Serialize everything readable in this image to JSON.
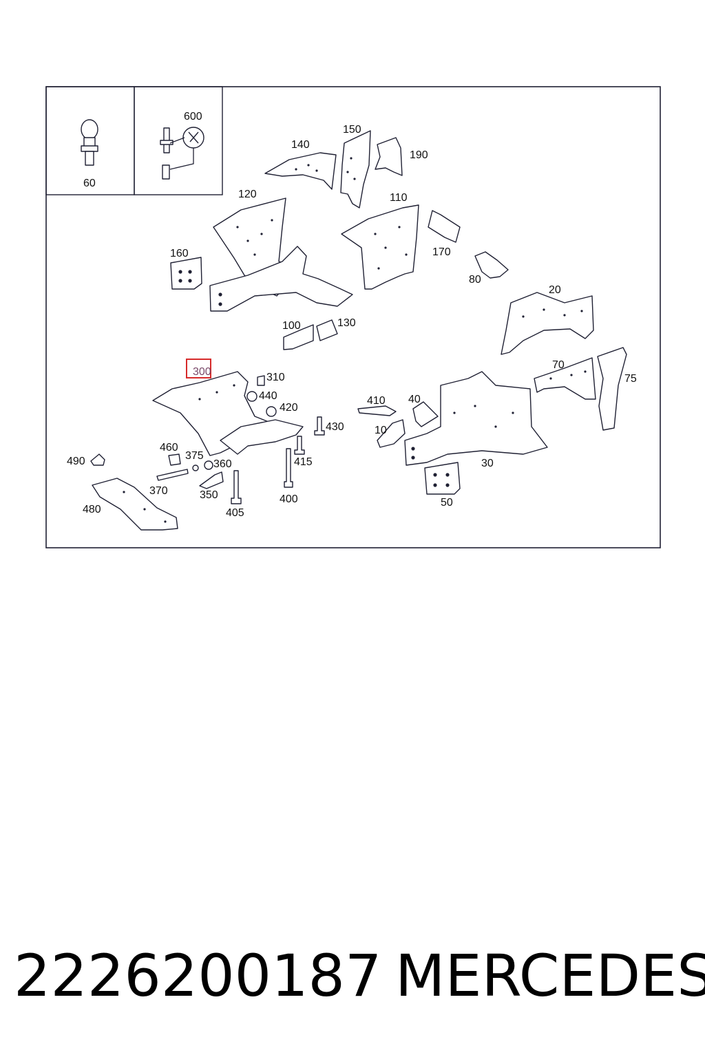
{
  "diagram": {
    "highlight_color": "#d62a2a",
    "line_color": "#1f2033",
    "inset_labels": {
      "a": "60",
      "b": "600"
    },
    "callouts": {
      "p140": "140",
      "p150": "150",
      "p190": "190",
      "p120": "120",
      "p110": "110",
      "p160": "160",
      "p170": "170",
      "p80": "80",
      "p20": "20",
      "p100": "100",
      "p130": "130",
      "p300": "300",
      "p310": "310",
      "p440": "440",
      "p420": "420",
      "p430": "430",
      "p410": "410",
      "p40": "40",
      "p70": "70",
      "p75": "75",
      "p10": "10",
      "p460": "460",
      "p375": "375",
      "p360": "360",
      "p490": "490",
      "p370": "370",
      "p350": "350",
      "p415": "415",
      "p30": "30",
      "p480": "480",
      "p400": "400",
      "p405": "405",
      "p50": "50"
    }
  },
  "footer": {
    "part_number": "2226200187",
    "brand": "MERCEDES"
  }
}
